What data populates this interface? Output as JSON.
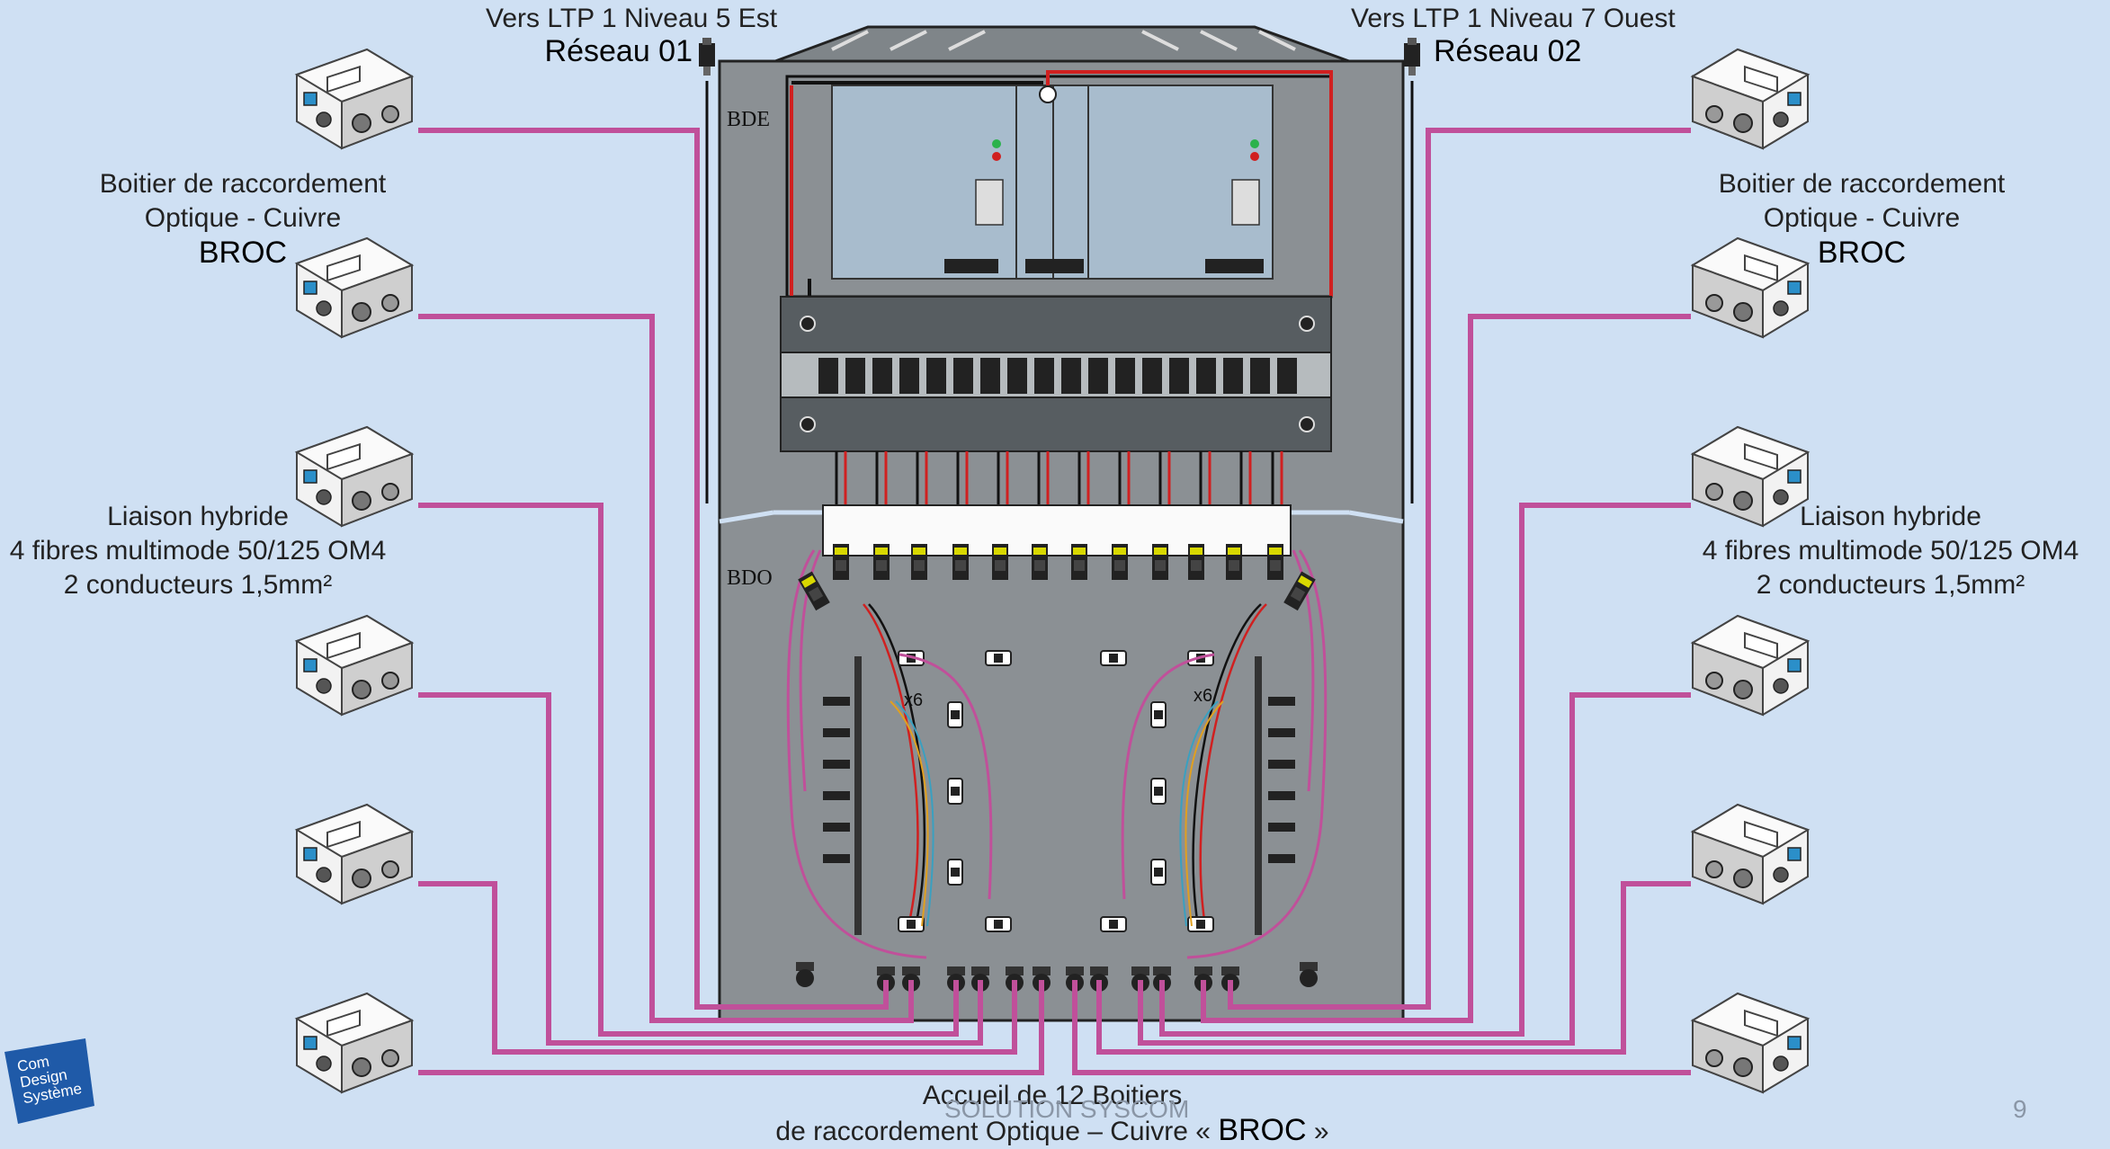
{
  "labels": {
    "top_left_line1": "Vers LTP 1 Niveau 5 Est",
    "top_left_line2": "Réseau 01",
    "top_right_line1": "Vers LTP 1 Niveau 7 Ouest",
    "top_right_line2": "Réseau 02",
    "broc_line1": "Boitier de raccordement",
    "broc_line2": "Optique - Cuivre",
    "broc_line3": "BROC",
    "hybrid_line1": "Liaison hybride",
    "hybrid_line2": "4 fibres multimode 50/125 OM4",
    "hybrid_line3": "2 conducteurs 1,5mm²",
    "bottom_line1": "Accueil de 12 Boitiers",
    "bottom_line2_prefix": "de raccordement Optique – Cuivre «",
    "bottom_line2_bold": "BROC",
    "bottom_line2_suffix": "»",
    "cabinet_top": "BDE",
    "cabinet_bottom": "BDO",
    "multiplier_left": "x6",
    "multiplier_right": "x6"
  },
  "footer": {
    "solution": "SOLUTION SYSCOM",
    "page": "9"
  },
  "logo": {
    "line1": "Com",
    "line2": "Design",
    "line3": "Système"
  },
  "colors": {
    "background": "#cfe0f3",
    "cable": "#c0509a",
    "cabinet": "#8d9296",
    "psu": "#9fb4c6"
  }
}
